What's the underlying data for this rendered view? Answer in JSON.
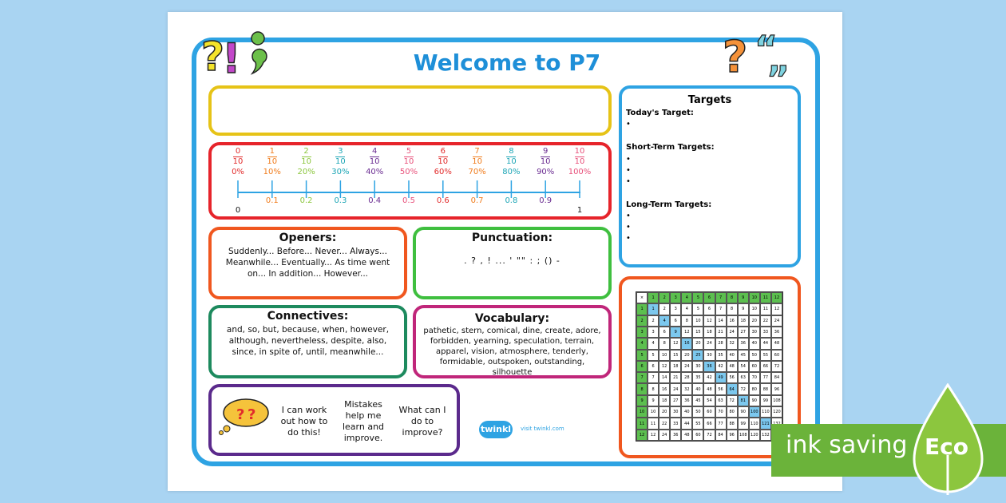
{
  "title": "Welcome to P7",
  "number_line": {
    "fractions": [
      {
        "num": "0",
        "den": "10",
        "pct": "0%",
        "color": "#e22c2c"
      },
      {
        "num": "1",
        "den": "10",
        "pct": "10%",
        "color": "#f07c1c"
      },
      {
        "num": "2",
        "den": "10",
        "pct": "20%",
        "color": "#8cc63e"
      },
      {
        "num": "3",
        "den": "10",
        "pct": "30%",
        "color": "#1da6b6"
      },
      {
        "num": "4",
        "den": "10",
        "pct": "40%",
        "color": "#6a2c91"
      },
      {
        "num": "5",
        "den": "10",
        "pct": "50%",
        "color": "#e8507a"
      },
      {
        "num": "6",
        "den": "10",
        "pct": "60%",
        "color": "#e22c2c"
      },
      {
        "num": "7",
        "den": "10",
        "pct": "70%",
        "color": "#f07c1c"
      },
      {
        "num": "8",
        "den": "10",
        "pct": "80%",
        "color": "#1da6b6"
      },
      {
        "num": "9",
        "den": "10",
        "pct": "90%",
        "color": "#6a2c91"
      },
      {
        "num": "10",
        "den": "10",
        "pct": "100%",
        "color": "#e8507a"
      }
    ],
    "decimals": [
      "0",
      "0.1",
      "0.2",
      "0.3",
      "0.4",
      "0.5",
      "0.6",
      "0.7",
      "0.8",
      "0.9",
      "1"
    ]
  },
  "openers": {
    "title": "Openers:",
    "text": "Suddenly... Before... Never... Always... Meanwhile... Eventually... As time went on... In addition... However..."
  },
  "punctuation": {
    "title": "Punctuation:",
    "text": ". ? , ! ... ' \"\" : ; () -"
  },
  "connectives": {
    "title": "Connectives:",
    "text": "and, so, but, because, when, however, although, nevertheless, despite, also, since, in spite of, until, meanwhile..."
  },
  "vocabulary": {
    "title": "Vocabulary:",
    "text": "pathetic, stern, comical, dine, create, adore, forbidden, yearning, speculation, terrain, apparel, vision, atmosphere, tenderly, formidable, outspoken, outstanding, silhouette"
  },
  "encouragement": [
    "I can work out how to do this!",
    "Mistakes help me learn and improve.",
    "What can I do to improve?"
  ],
  "targets": {
    "title": "Targets",
    "today": "Today's Target:",
    "short": "Short-Term Targets:",
    "long": "Long-Term Targets:",
    "bullet": "•"
  },
  "times_table": {
    "corner": "×",
    "header": [
      "1",
      "2",
      "3",
      "4",
      "5",
      "6",
      "7",
      "8",
      "9",
      "10",
      "11",
      "12"
    ]
  },
  "brand": {
    "logo": "twinkl",
    "visit": "visit twinkl.com"
  },
  "eco": {
    "label": "ink saving",
    "badge": "Eco"
  },
  "icons": [
    "question-exclamation-icon",
    "comma-icon",
    "question-quotes-icon",
    "thought-bubble-icon",
    "leaf-icon"
  ],
  "colors": {
    "frame": "#2ea3e3",
    "title": "#1e8fd8",
    "eco_green": "#6bb33a"
  }
}
